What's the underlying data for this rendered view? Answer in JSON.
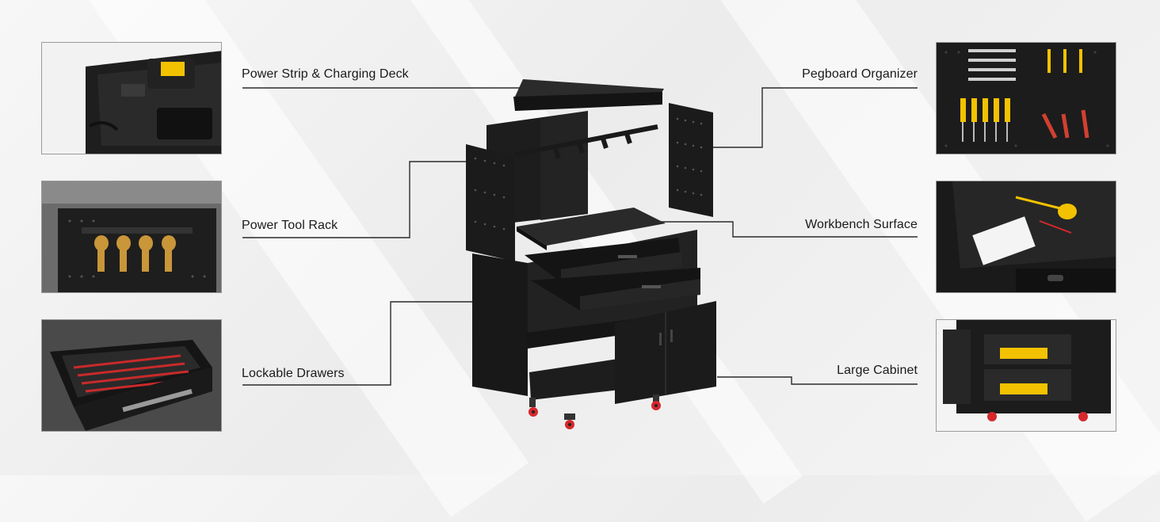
{
  "features": {
    "power_strip": "Power Strip & Charging Deck",
    "power_tool_rack": "Power Tool Rack",
    "lockable_drawers": "Lockable Drawers",
    "pegboard": "Pegboard Organizer",
    "workbench": "Workbench Surface",
    "cabinet": "Large Cabinet"
  },
  "colors": {
    "steel_black": "#1c1c1c",
    "accent_yellow": "#f2c200",
    "caster_red": "#d6282c",
    "leader_line": "#2a2a2a"
  }
}
